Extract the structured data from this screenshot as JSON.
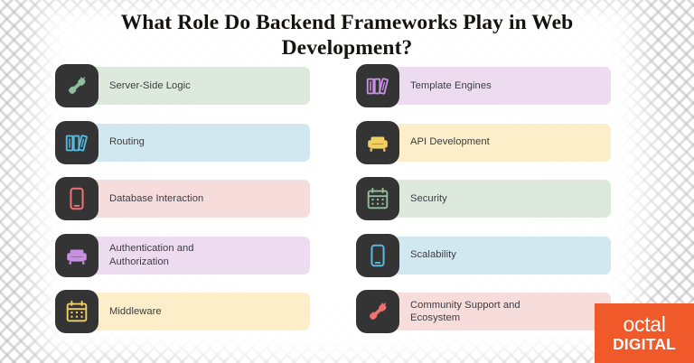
{
  "page": {
    "title_line_1": "What Role Do Backend Frameworks Play in Web",
    "title_line_2": "Development?",
    "title_full": "What Role Do Backend Frameworks Play in Web Development?",
    "background_color": "#ffffff",
    "pattern_color": "#beb9be"
  },
  "colors": {
    "icon_tile": "#343434",
    "text": "#3c3c40",
    "title": "#16130f",
    "brand_orange": "#f05a2b",
    "card_green": "#dce9dc",
    "card_blue": "#d2e8f0",
    "card_pink": "#f7dcdc",
    "card_purple": "#eddcf0",
    "card_yellow": "#fbeec8",
    "glyph_green": "#8fbf9c",
    "glyph_blue": "#56b9e0",
    "glyph_pink": "#ef7272",
    "glyph_purple": "#c98fe0",
    "glyph_yellow": "#f2cf62"
  },
  "left_column": [
    {
      "label": "Server-Side Logic",
      "icon": "phone-handset-icon",
      "icon_color": "#8fbf9c",
      "card_color": "#dcE9dc"
    },
    {
      "label": "Routing",
      "icon": "books-icon",
      "icon_color": "#56b9e0",
      "card_color": "#d2e8f0"
    },
    {
      "label": "Database Interaction",
      "icon": "smartphone-icon",
      "icon_color": "#ef7272",
      "card_color": "#f7dcdc"
    },
    {
      "label": "Authentication and\nAuthorization",
      "icon": "armchair-icon",
      "icon_color": "#c98fe0",
      "card_color": "#eddcf0"
    },
    {
      "label": "Middleware",
      "icon": "calendar-icon",
      "icon_color": "#f2cf62",
      "card_color": "#fbeec8"
    }
  ],
  "right_column": [
    {
      "label": "Template Engines",
      "icon": "books-icon",
      "icon_color": "#c98fe0",
      "card_color": "#eddcf0"
    },
    {
      "label": "API Development",
      "icon": "armchair-icon",
      "icon_color": "#f2cf62",
      "card_color": "#fbeec8"
    },
    {
      "label": "Security",
      "icon": "calendar-icon",
      "icon_color": "#8fbf9c",
      "card_color": "#dce9dc"
    },
    {
      "label": "Scalability",
      "icon": "smartphone-icon",
      "icon_color": "#56b9e0",
      "card_color": "#d2e8f0"
    },
    {
      "label": "Community Support and\nEcosystem",
      "icon": "phone-handset-icon",
      "icon_color": "#ef7272",
      "card_color": "#f7dcdc"
    }
  ],
  "logo": {
    "word_top": "octal",
    "word_bottom": "DIGITAL",
    "background": "#f05a2b"
  }
}
